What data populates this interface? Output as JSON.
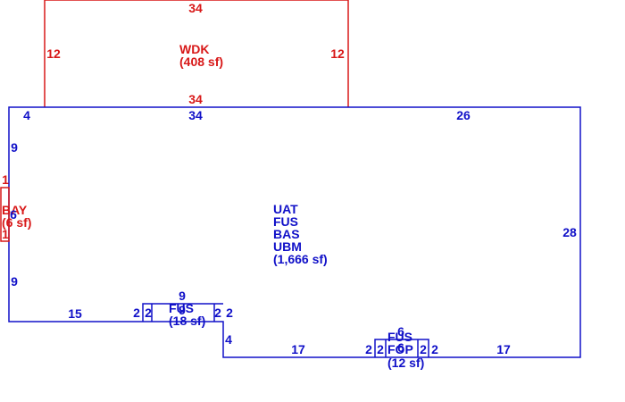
{
  "colors": {
    "main": "#1010c8",
    "deck": "#d81818"
  },
  "wdk": {
    "name": "WDK",
    "area": "(408 sf)",
    "dim_top": "34",
    "dim_left": "12",
    "dim_right": "12",
    "dim_bottom": "34"
  },
  "main": {
    "codes": [
      "UAT",
      "FUS",
      "BAS",
      "UBM"
    ],
    "area": "(1,666 sf)",
    "dim_top_left": "4",
    "dim_top_right": "26",
    "dim_left_upper": "9",
    "dim_left_lower": "9",
    "dim_right": "28",
    "dim_bottom_left": "15",
    "dim_step": "4",
    "dim_bottom_mid": "17",
    "dim_bottom_right": "17"
  },
  "bay": {
    "name": "BAY",
    "area": "(6 sf)",
    "dim_top": "1",
    "dim_bottom": "1",
    "dim_mid": "6"
  },
  "fus_small": {
    "name": "FUS",
    "area": "(18 sf)",
    "dim_top": "9",
    "dim_left_out": "2",
    "dim_left_in": "2",
    "dim_right_in": "2",
    "dim_right_out": "2",
    "dim_center": "9"
  },
  "fop": {
    "codes": [
      "FUS",
      "FOP"
    ],
    "area": "(12 sf)",
    "dim_top": "6",
    "dim_left_out": "2",
    "dim_left_in": "2",
    "dim_right_in": "2",
    "dim_right_out": "2",
    "dim_center": "6"
  }
}
